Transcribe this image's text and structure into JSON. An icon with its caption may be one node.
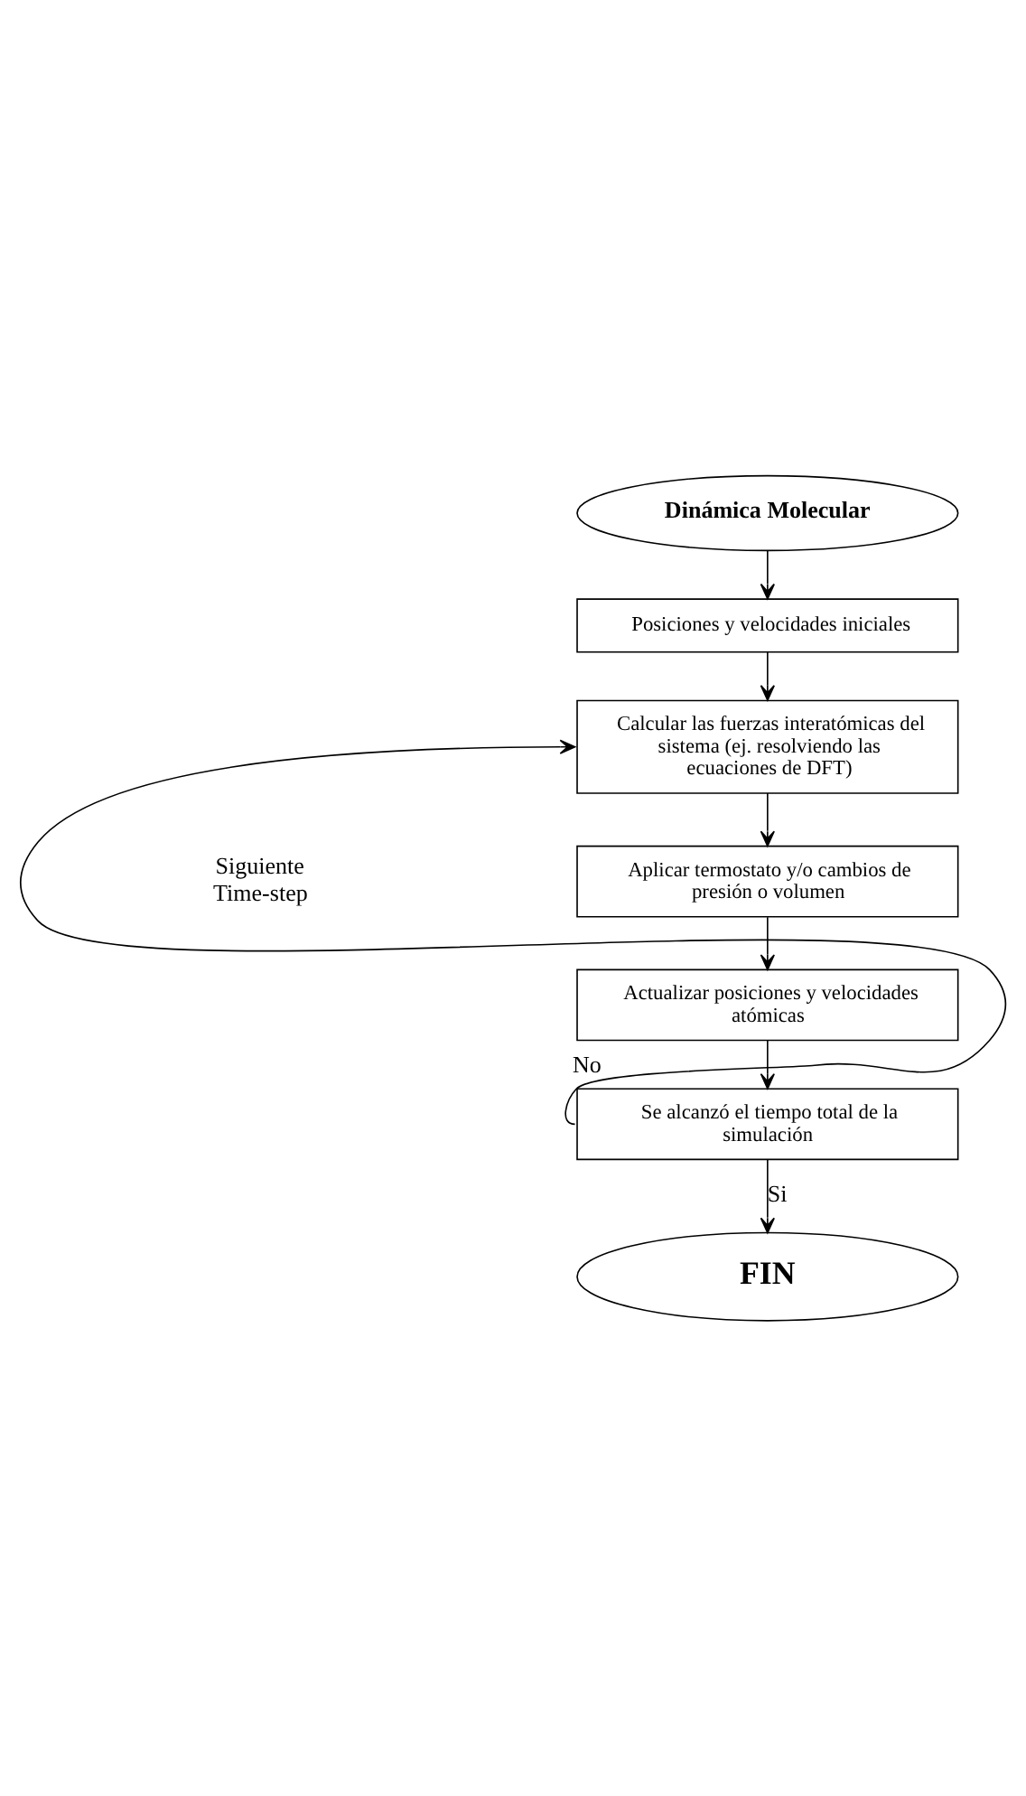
{
  "diagram": {
    "nodes": [
      {
        "text": [
          "Dinámica Molecular"
        ]
      },
      {
        "text": [
          "Posiciones y velocidades iniciales"
        ]
      },
      {
        "text": [
          "Calcular las fuerzas interatómicas del sistema (ej. resolviendo las ecuaciones de DFT)"
        ]
      },
      {
        "text": [
          "Aplicar termostato y/o cambios de presión o volumen"
        ]
      },
      {
        "text": [
          "Actualizar posiciones y velocidades atómicas"
        ]
      },
      {
        "text": [
          "Se alcanzó el tiempo total de la simulación"
        ]
      },
      {
        "text": [
          "FIN"
        ]
      }
    ],
    "edges": [
      {
        "from": 0,
        "to": 1,
        "arrow": "to"
      },
      {
        "from": 1,
        "to": 2,
        "arrow": "to"
      },
      {
        "from": 2,
        "to": 3,
        "arrow": "to"
      },
      {
        "from": 3,
        "to": 4,
        "arrow": "to"
      },
      {
        "from": 4,
        "to": 5,
        "arrow": "to"
      },
      {
        "from": 5,
        "to": 2,
        "arrow": "to",
        "label": "No"
      },
      {
        "from": 5,
        "to": 6,
        "arrow": "to",
        "label": "Si"
      }
    ],
    "labels": [
      "Siguiente Time-step"
    ]
  }
}
